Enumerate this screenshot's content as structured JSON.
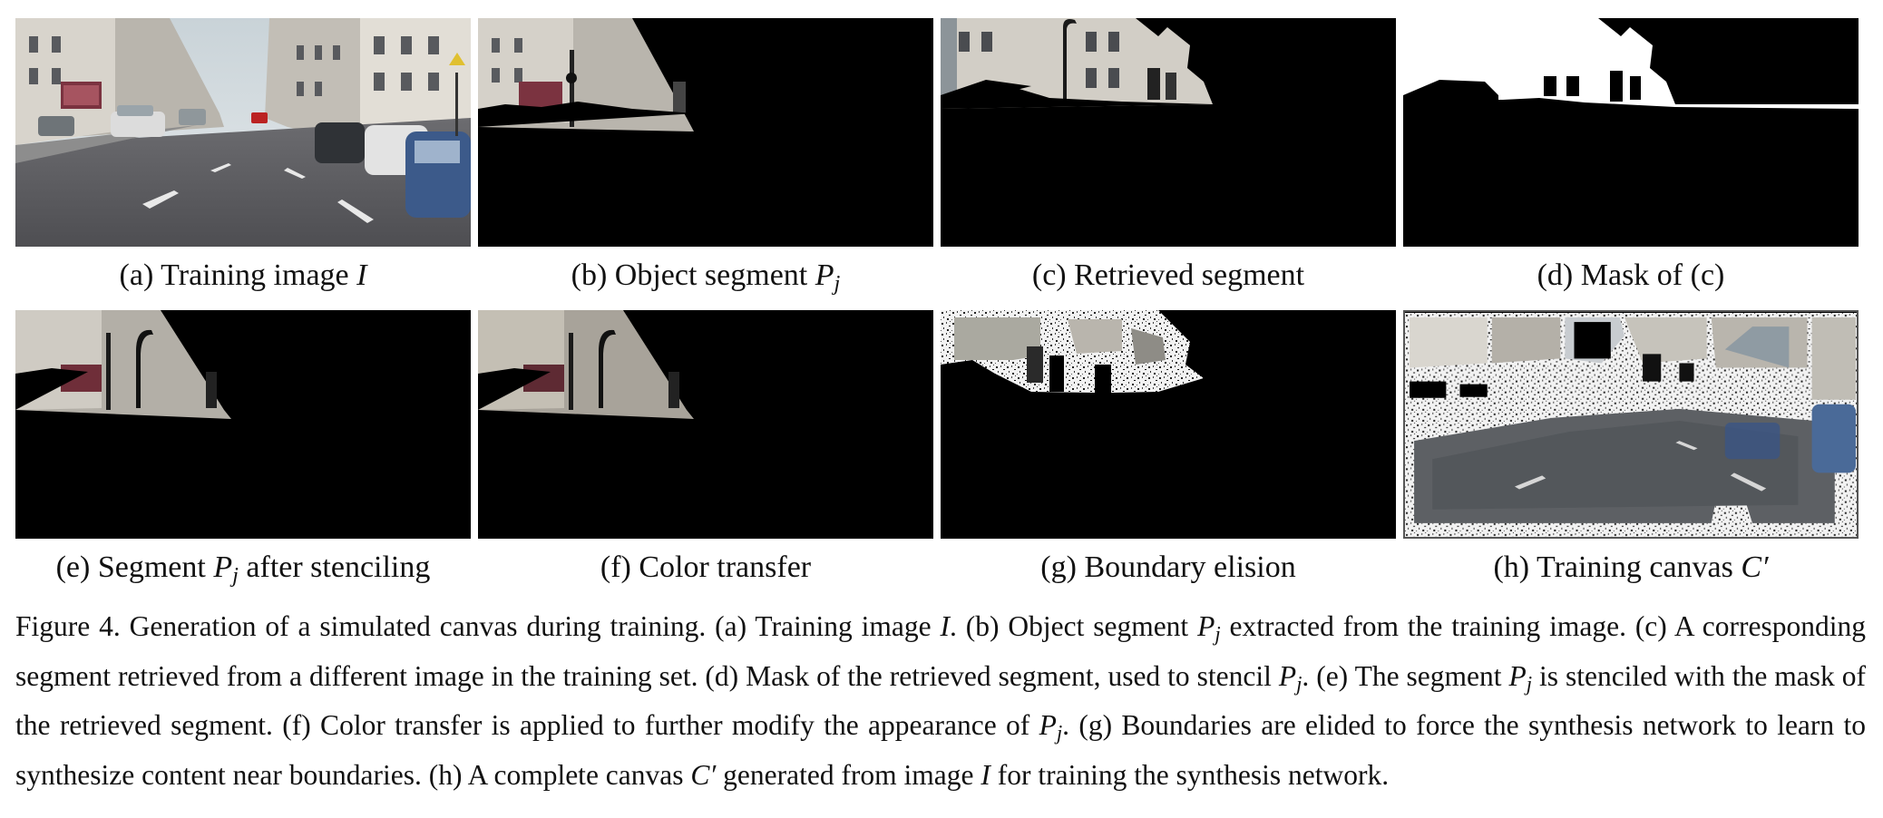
{
  "figure": {
    "panels": [
      {
        "id": "a",
        "label_prefix": "(a) Training image",
        "math": "I",
        "sub": "",
        "suffix": ""
      },
      {
        "id": "b",
        "label_prefix": "(b) Object segment",
        "math": "P",
        "sub": "j",
        "suffix": ""
      },
      {
        "id": "c",
        "label_prefix": "(c) Retrieved segment",
        "math": "",
        "sub": "",
        "suffix": ""
      },
      {
        "id": "d",
        "label_prefix": "(d) Mask of (c)",
        "math": "",
        "sub": "",
        "suffix": ""
      },
      {
        "id": "e",
        "label_prefix": "(e) Segment",
        "math": "P",
        "sub": "j",
        "suffix": "after stenciling"
      },
      {
        "id": "f",
        "label_prefix": "(f) Color transfer",
        "math": "",
        "sub": "",
        "suffix": ""
      },
      {
        "id": "g",
        "label_prefix": "(g) Boundary elision",
        "math": "",
        "sub": "",
        "suffix": ""
      },
      {
        "id": "h",
        "label_prefix": "(h) Training canvas",
        "math": "C′",
        "sub": "",
        "suffix": ""
      }
    ],
    "caption": {
      "t1": "Figure 4. Generation of a simulated canvas during training. (a) Training image ",
      "m1": "I",
      "t2": ". (b) Object segment ",
      "m2": "P",
      "s2": "j",
      "t3": " extracted from the training image. (c) A corresponding segment retrieved from a different image in the training set. (d) Mask of the retrieved segment, used to stencil ",
      "m3": "P",
      "s3": "j",
      "t4": ". (e) The segment ",
      "m4": "P",
      "s4": "j",
      "t5": " is stenciled with the mask of the retrieved segment. (f) Color transfer is applied to further modify the appearance of ",
      "m5": "P",
      "s5": "j",
      "t6": ". (g) Boundaries are elided to force the synthesis network to learn to synthesize content near boundaries. (h) A complete canvas ",
      "m6": "C′",
      "t7": " generated from image ",
      "m7": "I",
      "t8": " for training the synthesis network."
    }
  }
}
